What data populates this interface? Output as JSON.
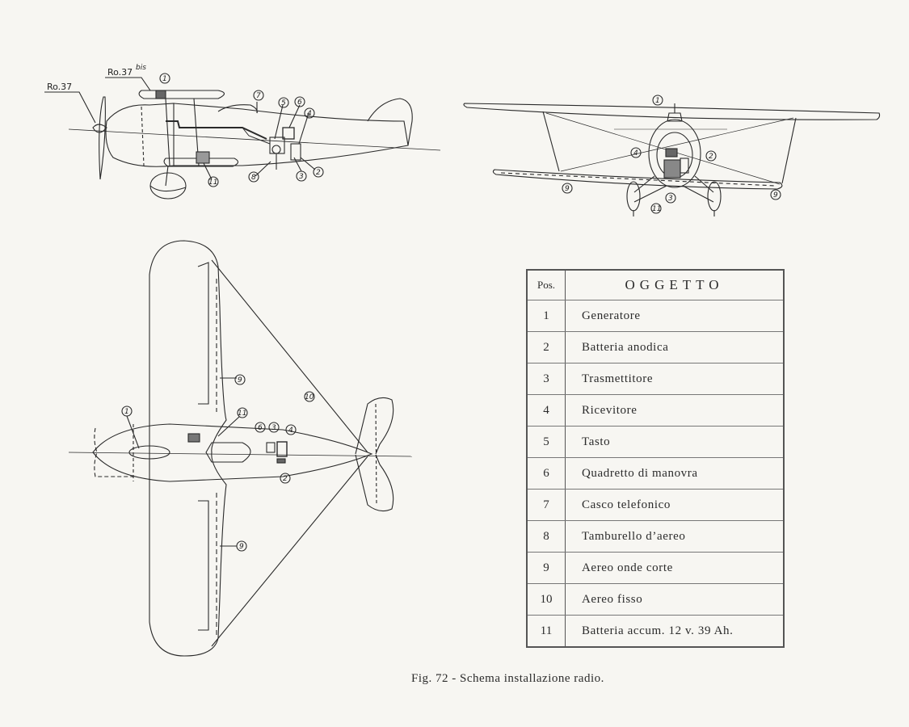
{
  "labels": {
    "ro37": "Ro.37",
    "ro37bis": "Ro.37",
    "ro37bis_sup": "bis"
  },
  "table": {
    "header_pos": "Pos.",
    "header_obj": "OGGETTO",
    "rows": [
      {
        "pos": "1",
        "obj": "Generatore"
      },
      {
        "pos": "2",
        "obj": "Batteria anodica"
      },
      {
        "pos": "3",
        "obj": "Trasmettitore"
      },
      {
        "pos": "4",
        "obj": "Ricevitore"
      },
      {
        "pos": "5",
        "obj": "Tasto"
      },
      {
        "pos": "6",
        "obj": "Quadretto di manovra"
      },
      {
        "pos": "7",
        "obj": "Casco telefonico"
      },
      {
        "pos": "8",
        "obj": "Tamburello d’aereo"
      },
      {
        "pos": "9",
        "obj": "Aereo onde corte"
      },
      {
        "pos": "10",
        "obj": "Aereo fisso"
      },
      {
        "pos": "11",
        "obj": "Batteria accum. 12 v. 39 Ah."
      }
    ]
  },
  "callouts": {
    "side": [
      "1",
      "7",
      "5",
      "6",
      "4",
      "8",
      "3",
      "2",
      "11"
    ],
    "front": [
      "1",
      "4",
      "2",
      "9",
      "3",
      "11",
      "9"
    ],
    "top": [
      "1",
      "9",
      "11",
      "10",
      "6",
      "3",
      "4",
      "2",
      "9"
    ]
  },
  "caption": "Fig. 72 - Schema installazione radio."
}
